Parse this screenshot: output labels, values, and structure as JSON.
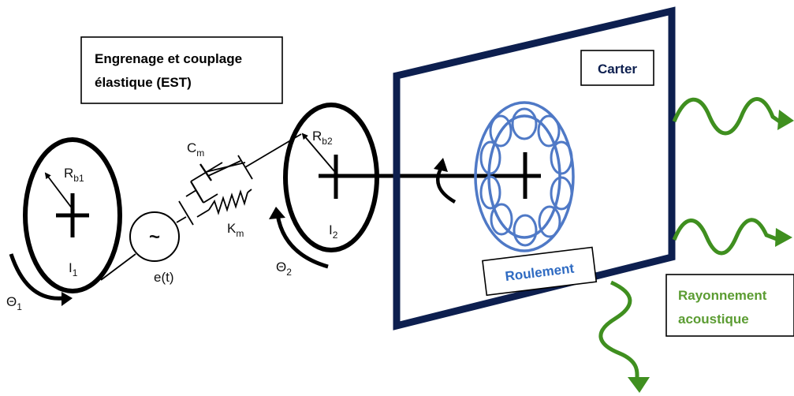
{
  "title_box": {
    "line1": "Engrenage et couplage",
    "line2": "élastique (EST)"
  },
  "labels": {
    "rb1_main": "R",
    "rb1_sub": "b1",
    "rb2_main": "R",
    "rb2_sub": "b2",
    "i1_main": "I",
    "i1_sub": "1",
    "i2_main": "I",
    "i2_sub": "2",
    "cm_main": "C",
    "cm_sub": "m",
    "km_main": "K",
    "km_sub": "m",
    "theta1_main": "Θ",
    "theta1_sub": "1",
    "theta2_main": "Θ",
    "theta2_sub": "2",
    "excitation": "e(t)",
    "source_symbol": "~"
  },
  "carter_label": "Carter",
  "roulement_label": "Roulement",
  "rayonnement_line1": "Rayonnement",
  "rayonnement_line2": "acoustique",
  "colors": {
    "frame": "#0d1f4f",
    "bearing": "#4f79c6",
    "bearing_text": "#2f6bc2",
    "wave": "#3f8f1f",
    "rayonnement_text": "#5b9c32",
    "carter_text": "#0d1f4f"
  }
}
